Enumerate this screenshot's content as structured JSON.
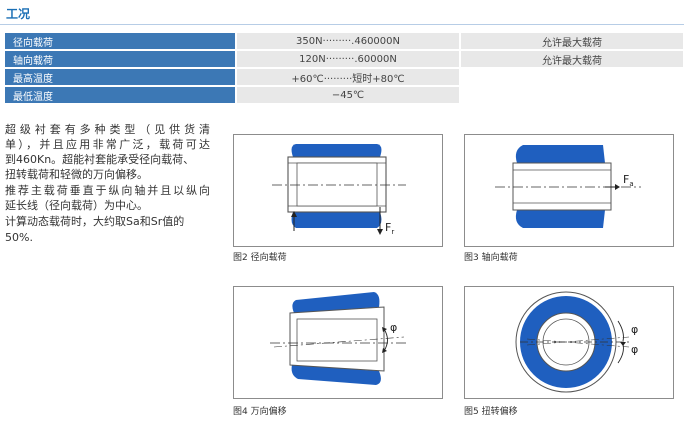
{
  "title": "工况",
  "spec_table": {
    "rows": [
      {
        "label": "径向载荷",
        "value": "350N·········.460000N",
        "note": "允许最大载荷"
      },
      {
        "label": "轴向载荷",
        "value": "120N·········.60000N",
        "note": "允许最大载荷"
      },
      {
        "label": "最高温度",
        "value": "+60℃·········短时+80℃",
        "note": ""
      },
      {
        "label": "最低温度",
        "value": "−45℃",
        "note": ""
      }
    ]
  },
  "description": {
    "line1": "超级衬套有多种类型（见供货清",
    "line2": "单），并且应用非常广泛，载荷可达",
    "line3": "到460Kn。超能衬套能承受径向载荷、",
    "line4": "扭转载荷和轻微的万向偏移。",
    "line5": "推荐主载荷垂直于纵向轴并且以纵向",
    "line6": "延长线（径向载荷）为中心。",
    "line7": "计算动态载荷时，大约取Sa和Sr值的",
    "line8": "50%."
  },
  "figures": [
    {
      "caption": "图2 径向载荷",
      "force_label": "F",
      "force_sub": "r"
    },
    {
      "caption": "图3 轴向载荷",
      "force_label": "F",
      "force_sub": "a"
    },
    {
      "caption": "图4 万向偏移",
      "angle_label": "φ"
    },
    {
      "caption": "图5 扭转偏移",
      "angle_label_top": "φ",
      "angle_label_bottom": "φ"
    }
  ],
  "colors": {
    "accent": "#1a6fb5",
    "rubber": "#1f5fbf",
    "header": "#3c78b5"
  }
}
